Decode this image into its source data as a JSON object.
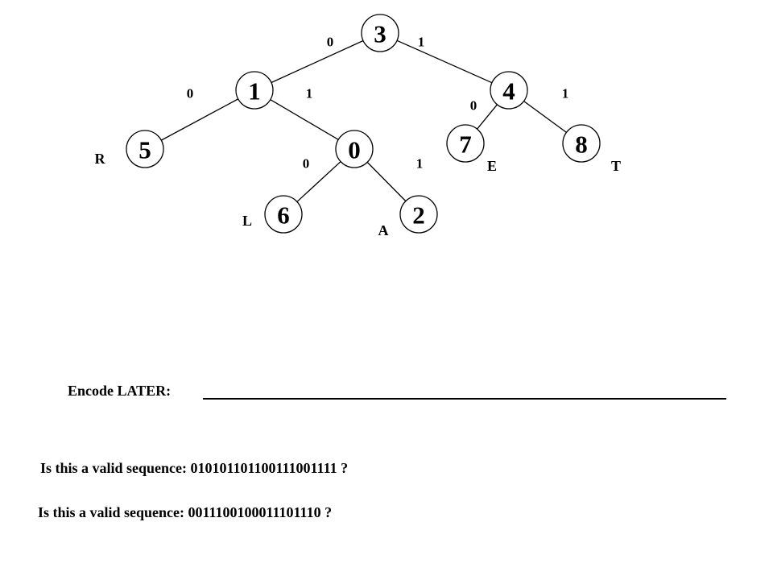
{
  "tree": {
    "nodes": [
      {
        "id": "n3",
        "label": "3"
      },
      {
        "id": "n1",
        "label": "1"
      },
      {
        "id": "n4",
        "label": "4"
      },
      {
        "id": "n5",
        "label": "5"
      },
      {
        "id": "n0",
        "label": "0"
      },
      {
        "id": "n7",
        "label": "7"
      },
      {
        "id": "n8",
        "label": "8"
      },
      {
        "id": "n6",
        "label": "6"
      },
      {
        "id": "n2",
        "label": "2"
      }
    ],
    "edges": [
      {
        "from": "n3",
        "to": "n1",
        "bit": "0"
      },
      {
        "from": "n3",
        "to": "n4",
        "bit": "1"
      },
      {
        "from": "n1",
        "to": "n5",
        "bit": "0"
      },
      {
        "from": "n1",
        "to": "n0",
        "bit": "1"
      },
      {
        "from": "n4",
        "to": "n7",
        "bit": "0"
      },
      {
        "from": "n4",
        "to": "n8",
        "bit": "1"
      },
      {
        "from": "n0",
        "to": "n6",
        "bit": "0"
      },
      {
        "from": "n0",
        "to": "n2",
        "bit": "1"
      }
    ],
    "leaf_symbols": [
      {
        "node": "n5",
        "symbol": "R"
      },
      {
        "node": "n7",
        "symbol": "E"
      },
      {
        "node": "n8",
        "symbol": "T"
      },
      {
        "node": "n6",
        "symbol": "L"
      },
      {
        "node": "n2",
        "symbol": "A"
      }
    ]
  },
  "encode_prompt": "Encode LATER:",
  "questions": [
    "Is this a valid sequence: 010101101100111001111 ?",
    "Is this a valid sequence: 0011100100011101110 ?"
  ]
}
